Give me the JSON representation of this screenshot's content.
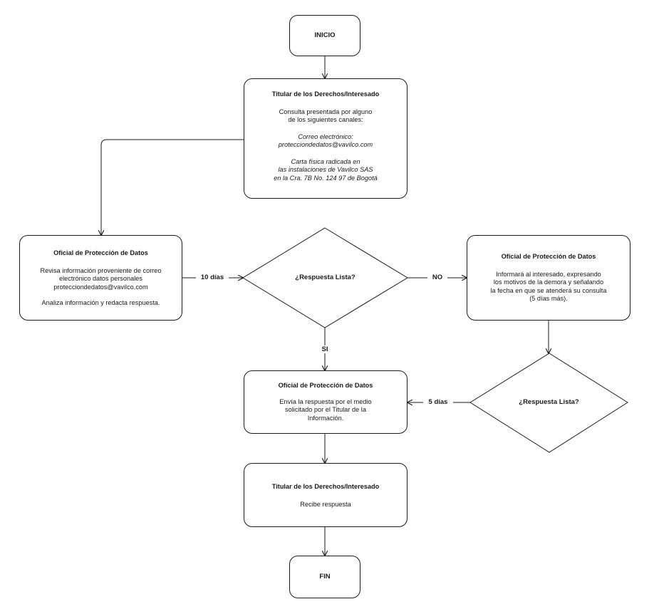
{
  "start": "INICIO",
  "end": "FIN",
  "titular_box": {
    "title": "Titular de los Derechos/Interesado",
    "body": "Consulta presentada por alguno\nde los siguientes canales:",
    "email_label": "Correo electrónico:\nprotecciondedatos@vavilco.com",
    "letter_label": "Carta física radicada en\nlas instalaciones de Vavilco SAS\nen la Cra. 7B No. 124 97 de Bogotá"
  },
  "oficial_review": {
    "title": "Oficial de Protección de Datos",
    "body": "Revisa información proveniente de correo\nelectrónico datos personales\nprotecciondedatos@vavilco.com",
    "body2": "Analiza información y redacta respuesta."
  },
  "decision_1": "¿Respuesta Lista?",
  "decision_2": "¿Respuesta Lista?",
  "oficial_inform": {
    "title": "Oficial de Protección de Datos",
    "body": "Informará al interesado, expresando\nlos motivos de la demora y señalando\nla fecha en que se atenderá su consulta\n(5 días más)."
  },
  "oficial_send": {
    "title": "Oficial de Protección de Datos",
    "body": "Envía la respuesta por el medio\nsolicitado por el Titular de la\nInformación."
  },
  "titular_receive": {
    "title": "Titular de los Derechos/Interesado",
    "body": "Recibe respuesta"
  },
  "labels": {
    "ten_days": "10 días",
    "no": "NO",
    "si": "SI",
    "five_days": "5 días"
  }
}
